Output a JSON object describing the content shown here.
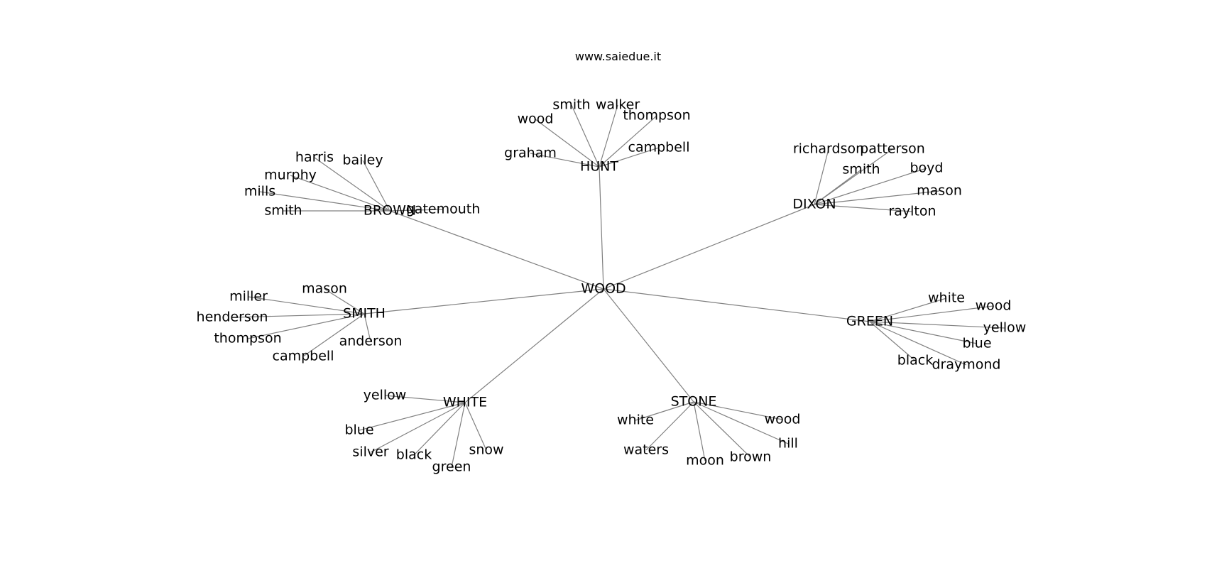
{
  "title": "www.saiedue.it",
  "graph": {
    "root": "WOOD",
    "hubs": [
      {
        "name": "HUNT",
        "leaves": [
          "smith",
          "walker",
          "wood",
          "thompson",
          "graham",
          "campbell"
        ]
      },
      {
        "name": "BROWN",
        "leaves": [
          "harris",
          "bailey",
          "murphy",
          "mills",
          "smith",
          "gatemouth"
        ]
      },
      {
        "name": "DIXON",
        "leaves": [
          "richardson",
          "patterson",
          "smith",
          "boyd",
          "mason",
          "raylton"
        ]
      },
      {
        "name": "SMITH",
        "leaves": [
          "mason",
          "miller",
          "henderson",
          "thompson",
          "anderson",
          "campbell"
        ]
      },
      {
        "name": "GREEN",
        "leaves": [
          "white",
          "wood",
          "yellow",
          "blue",
          "black",
          "draymond"
        ]
      },
      {
        "name": "WHITE",
        "leaves": [
          "yellow",
          "blue",
          "silver",
          "black",
          "snow",
          "green"
        ]
      },
      {
        "name": "STONE",
        "leaves": [
          "white",
          "wood",
          "waters",
          "hill",
          "moon",
          "brown"
        ]
      }
    ]
  }
}
